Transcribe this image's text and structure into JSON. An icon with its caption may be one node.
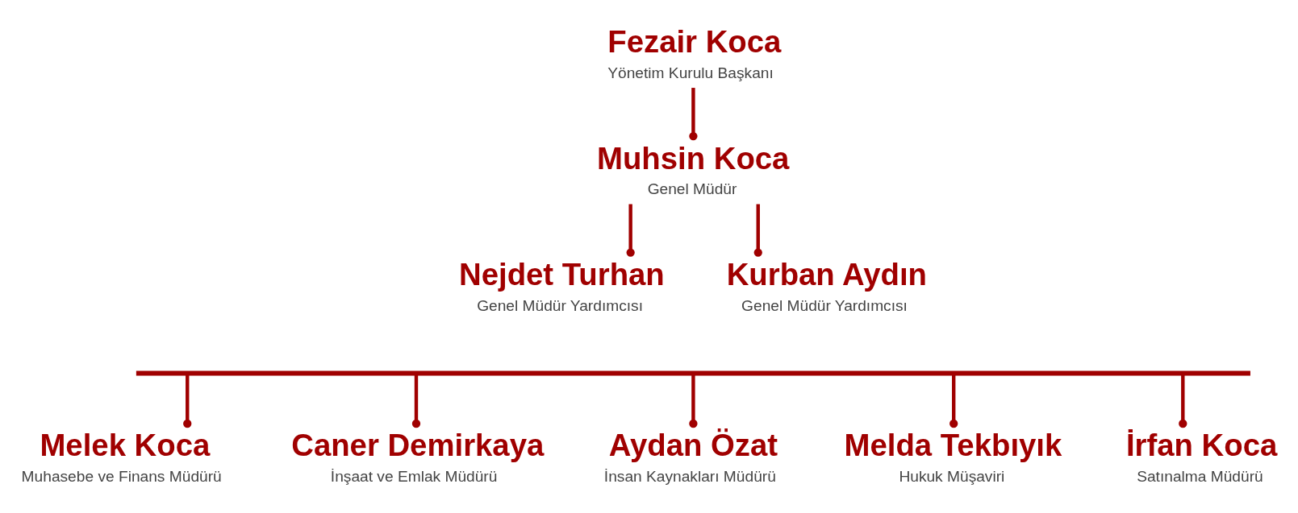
{
  "diagram": {
    "nodes": [
      {
        "text": [
          "Fezair Koca",
          "Yönetim Kurulu Başkanı"
        ]
      },
      {
        "text": [
          "Muhsin Koca",
          "Genel Müdür"
        ]
      },
      {
        "text": [
          "Nejdet Turhan",
          "Genel Müdür Yardımcısı"
        ]
      },
      {
        "text": [
          "Kurban Aydın",
          "Genel Müdür Yardımcısı"
        ]
      },
      {
        "text": [],
        "shape": "bar"
      },
      {
        "text": [
          "Melek Koca",
          "Muhasebe ve Finans Müdürü"
        ]
      },
      {
        "text": [
          "Caner Demirkaya",
          "İnşaat ve Emlak Müdürü"
        ]
      },
      {
        "text": [
          "Aydan Özat",
          "İnsan Kaynakları Müdürü"
        ]
      },
      {
        "text": [
          "Melda Tekbıyık",
          "Hukuk Müşaviri"
        ]
      },
      {
        "text": [
          "İrfan Koca",
          "Satınalma Müdürü"
        ]
      }
    ],
    "edges": [
      {
        "from": 0,
        "to": 1,
        "arrow": "other"
      },
      {
        "from": 1,
        "to": 2,
        "arrow": "other"
      },
      {
        "from": 1,
        "to": 3,
        "arrow": "other"
      },
      {
        "from": 4,
        "to": 5,
        "arrow": "other"
      },
      {
        "from": 4,
        "to": 6,
        "arrow": "other"
      },
      {
        "from": 4,
        "to": 7,
        "arrow": "other"
      },
      {
        "from": 4,
        "to": 8,
        "arrow": "other"
      },
      {
        "from": 4,
        "to": 9,
        "arrow": "other"
      }
    ]
  }
}
